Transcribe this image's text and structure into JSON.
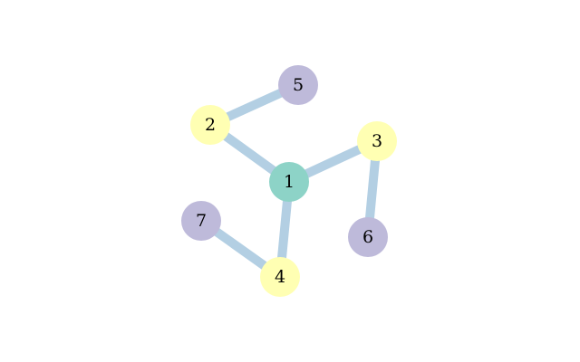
{
  "graph": {
    "colors": {
      "edge": "#b3cfe3",
      "root": "#8dd3c7",
      "level1": "#ffffb3",
      "level2": "#bebada"
    },
    "nodes": [
      {
        "id": "1",
        "label": "1",
        "level": "root"
      },
      {
        "id": "2",
        "label": "2",
        "level": "level1"
      },
      {
        "id": "3",
        "label": "3",
        "level": "level1"
      },
      {
        "id": "4",
        "label": "4",
        "level": "level1"
      },
      {
        "id": "5",
        "label": "5",
        "level": "level2"
      },
      {
        "id": "6",
        "label": "6",
        "level": "level2"
      },
      {
        "id": "7",
        "label": "7",
        "level": "level2"
      }
    ],
    "edges": [
      {
        "source": "1",
        "target": "2"
      },
      {
        "source": "1",
        "target": "3"
      },
      {
        "source": "1",
        "target": "4"
      },
      {
        "source": "2",
        "target": "5"
      },
      {
        "source": "3",
        "target": "6"
      },
      {
        "source": "4",
        "target": "7"
      }
    ]
  }
}
